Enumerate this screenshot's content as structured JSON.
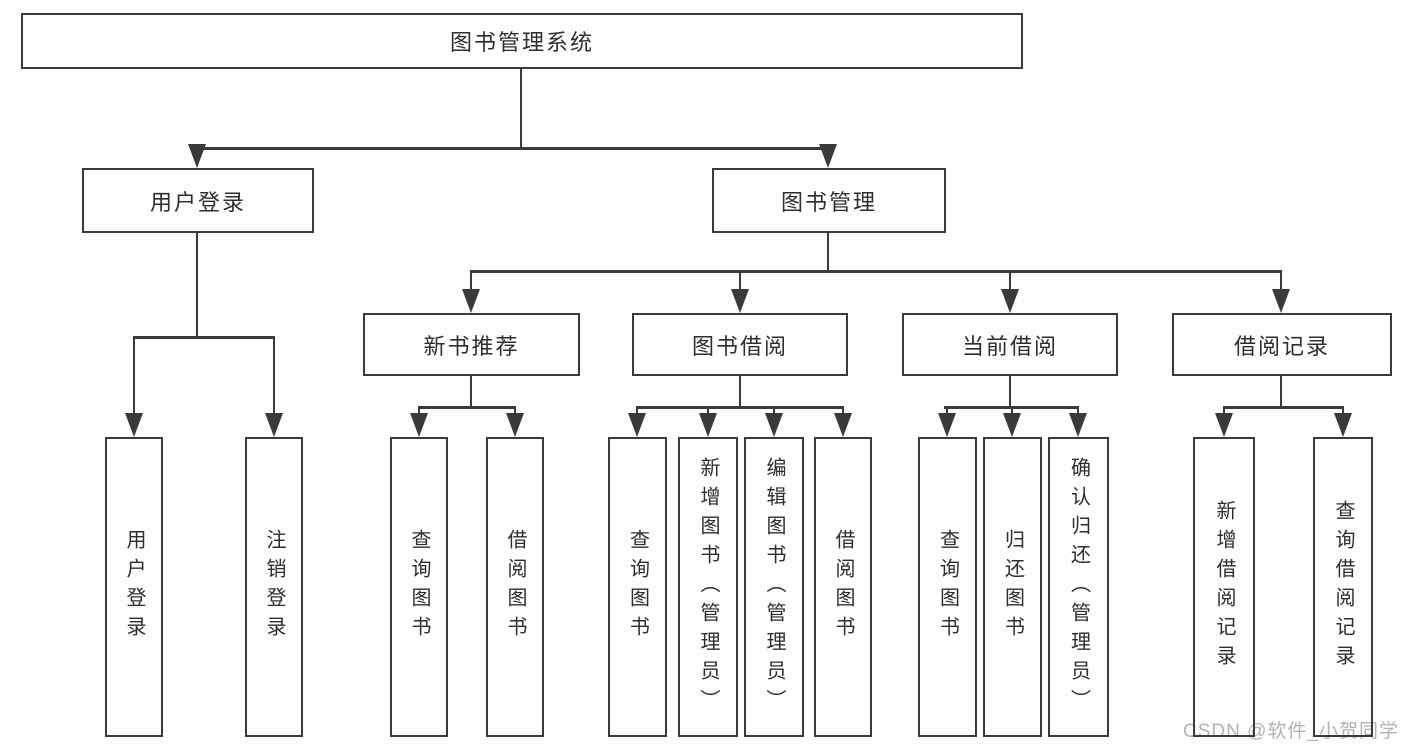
{
  "diagram_title": "图书管理系统",
  "nodes": {
    "root": {
      "label": "图书管理系统"
    },
    "user_login": {
      "label": "用户登录"
    },
    "book_mgmt": {
      "label": "图书管理"
    },
    "new_book_rec": {
      "label": "新书推荐"
    },
    "book_borrow": {
      "label": "图书借阅"
    },
    "current_borrow": {
      "label": "当前借阅"
    },
    "borrow_records": {
      "label": "借阅记录"
    },
    "leaf_user_login": {
      "label": "用户登录"
    },
    "leaf_logout": {
      "label": "注销登录"
    },
    "leaf_query_book_1": {
      "label": "查询图书"
    },
    "leaf_borrow_book_1": {
      "label": "借阅图书"
    },
    "leaf_query_book_2": {
      "label": "查询图书"
    },
    "leaf_add_book": {
      "label": "新增图书（管理员）"
    },
    "leaf_edit_book": {
      "label": "编辑图书（管理员）"
    },
    "leaf_borrow_book_2": {
      "label": "借阅图书"
    },
    "leaf_query_book_3": {
      "label": "查询图书"
    },
    "leaf_return_book": {
      "label": "归还图书"
    },
    "leaf_confirm_return": {
      "label": "确认归还（管理员）"
    },
    "leaf_add_record": {
      "label": "新增借阅记录"
    },
    "leaf_query_record": {
      "label": "查询借阅记录"
    }
  },
  "edges": [
    {
      "from": "图书管理系统",
      "to": [
        "用户登录",
        "图书管理"
      ]
    },
    {
      "from": "用户登录",
      "to": [
        "用户登录",
        "注销登录"
      ]
    },
    {
      "from": "图书管理",
      "to": [
        "新书推荐",
        "图书借阅",
        "当前借阅",
        "借阅记录"
      ]
    },
    {
      "from": "新书推荐",
      "to": [
        "查询图书",
        "借阅图书"
      ]
    },
    {
      "from": "图书借阅",
      "to": [
        "查询图书",
        "新增图书（管理员）",
        "编辑图书（管理员）",
        "借阅图书"
      ]
    },
    {
      "from": "当前借阅",
      "to": [
        "查询图书",
        "归还图书",
        "确认归还（管理员）"
      ]
    },
    {
      "from": "借阅记录",
      "to": [
        "新增借阅记录",
        "查询借阅记录"
      ]
    }
  ],
  "watermark": {
    "text": "CSDN @软件_小贺同学"
  },
  "colors": {
    "line": "#3a3a3a",
    "text": "#2e2e2e",
    "watermark": "#b1b4b7",
    "background": "#fdfdfd"
  }
}
